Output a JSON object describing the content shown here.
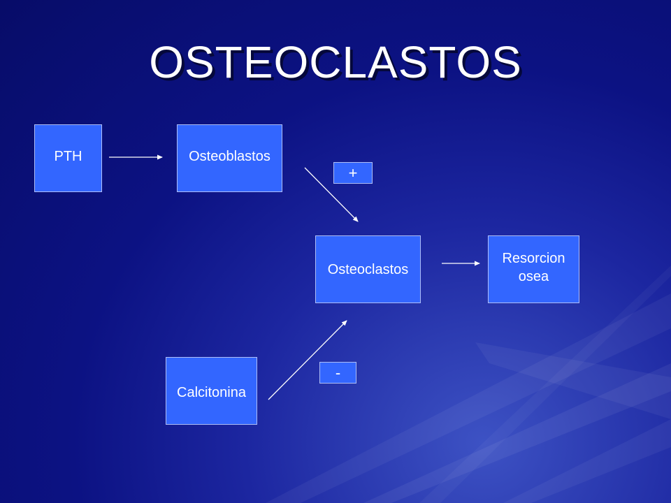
{
  "title": "OSTEOCLASTOS",
  "nodes": {
    "pth": "PTH",
    "osteoblastos": "Osteoblastos",
    "osteoclastos": "Osteoclastos",
    "resorcion_line1": "Resorcion",
    "resorcion_line2": "osea",
    "calcitonina": "Calcitonina"
  },
  "signs": {
    "stimulate": "+",
    "inhibit": "-"
  },
  "edges": [
    {
      "from": "PTH",
      "to": "Osteoblastos"
    },
    {
      "from": "Osteoblastos",
      "to": "Osteoclastos",
      "sign": "+"
    },
    {
      "from": "Calcitonina",
      "to": "Osteoclastos",
      "sign": "-"
    },
    {
      "from": "Osteoclastos",
      "to": "Resorcion osea"
    }
  ],
  "colors": {
    "box_fill": "#3366ff",
    "background": "#0c1283",
    "text": "#ffffff"
  }
}
